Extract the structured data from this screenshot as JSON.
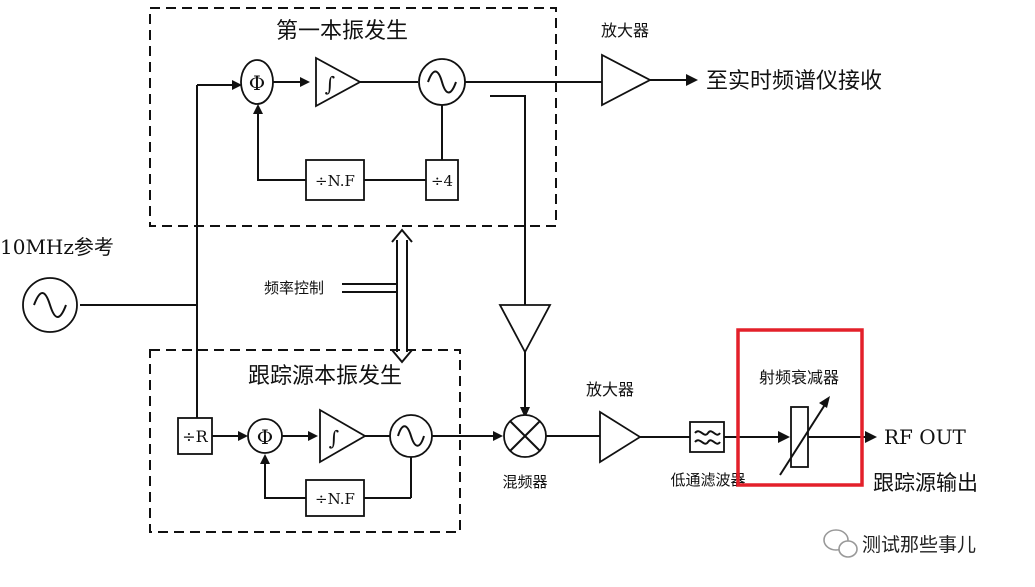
{
  "first_lo": {
    "title": "第一本振发生",
    "phase_detector": "Φ",
    "integrator": "∫",
    "divider_nf": "÷N.F",
    "divider_4": "÷4"
  },
  "amp_top": {
    "label": "放大器",
    "output": "至实时频谱仪接收"
  },
  "ref": {
    "label": "10MHz参考"
  },
  "freq_control": "频率控制",
  "tracking_lo": {
    "title": "跟踪源本振发生",
    "divider_r": "÷R",
    "phase_detector": "Φ",
    "integrator": "∫",
    "divider_nf": "÷N.F"
  },
  "mixer": "混频器",
  "amp_bottom": "放大器",
  "lpf": "低通滤波器",
  "attenuator": "射频衰减器",
  "rf_out": "RF OUT",
  "tracking_output": "跟踪源输出",
  "watermark": "测试那些事儿",
  "colors": {
    "highlight": "#e3202a",
    "line": "#111111"
  }
}
